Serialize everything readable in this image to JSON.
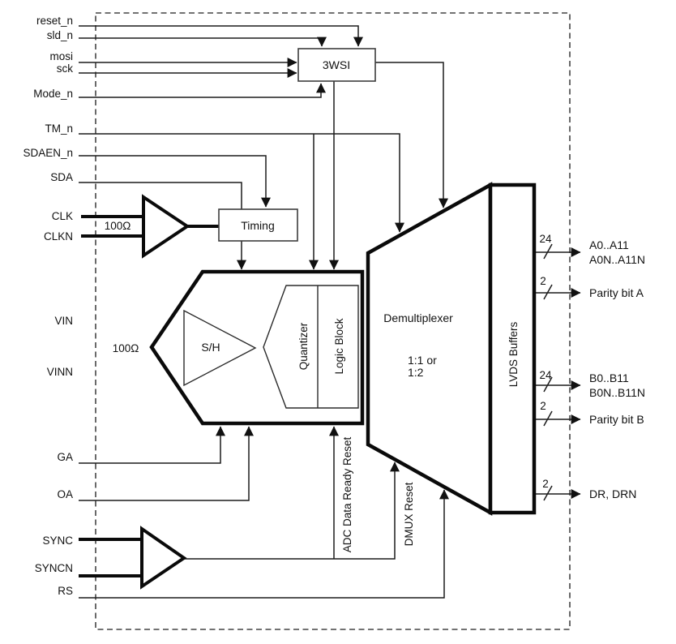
{
  "diagram": {
    "pins": {
      "reset_n": "reset_n",
      "sld_n": "sld_n",
      "mosi": "mosi",
      "sck": "sck",
      "mode_n": "Mode_n",
      "tm_n": "TM_n",
      "sdaen_n": "SDAEN_n",
      "sda": "SDA",
      "clk": "CLK",
      "clkn": "CLKN",
      "vin": "VIN",
      "vinn": "VINN",
      "ga": "GA",
      "oa": "OA",
      "sync": "SYNC",
      "syncn": "SYNCN",
      "rs": "RS"
    },
    "impedance": {
      "clock": "100Ω",
      "analog": "100Ω"
    },
    "blocks": {
      "spi": "3WSI",
      "timing": "Timing",
      "sample_hold": "S/H",
      "quantizer": "Quantizer",
      "logic_block": "Logic Block",
      "demux": "Demultiplexer",
      "demux_ratio_line1": "1:1 or",
      "demux_ratio_line2": "1:2",
      "lvds": "LVDS Buffers"
    },
    "internal_signals": {
      "adc_data_ready_reset": "ADC Data Ready Reset",
      "dmux_reset": "DMUX Reset"
    },
    "outputs": [
      {
        "bus_width": "24",
        "label_line1": "A0..A11",
        "label_line2": "A0N..A11N"
      },
      {
        "bus_width": "2",
        "label_line1": "Parity bit A",
        "label_line2": ""
      },
      {
        "bus_width": "24",
        "label_line1": "B0..B11",
        "label_line2": "B0N..B11N"
      },
      {
        "bus_width": "2",
        "label_line1": "Parity bit B",
        "label_line2": ""
      },
      {
        "bus_width": "2",
        "label_line1": "DR, DRN",
        "label_line2": ""
      }
    ],
    "colors": {
      "line": "#1c1c1c",
      "thick_shape": "#0a0a0a",
      "box_stroke": "#3d3d3d",
      "dashed_border": "#444444",
      "background": "#ffffff"
    }
  }
}
